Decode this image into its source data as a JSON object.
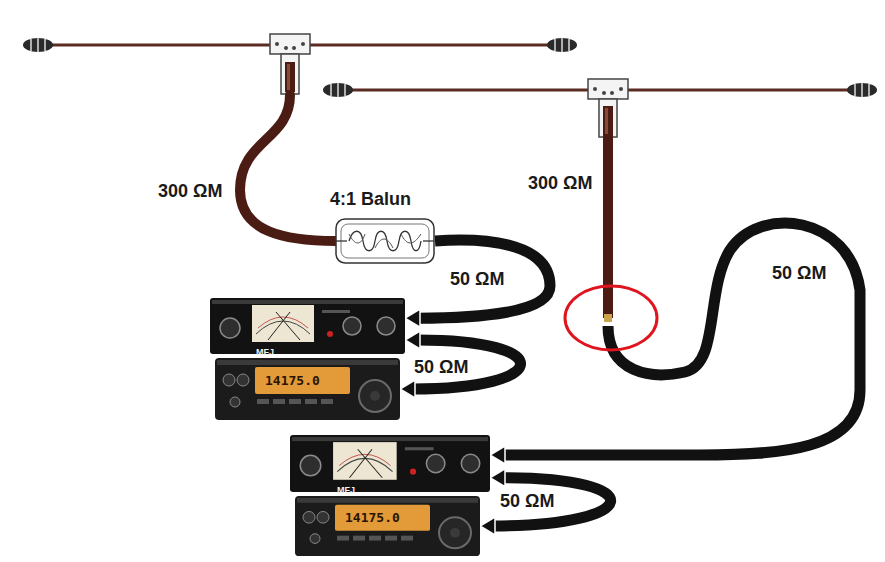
{
  "diagram": {
    "nodes": [
      {
        "text": [
          "4:1 Balun"
        ]
      },
      {
        "text": [
          "MFJ"
        ]
      },
      {
        "text": [
          "14175.0"
        ]
      },
      {
        "text": [
          "MFJ"
        ]
      },
      {
        "text": [
          "14175.0"
        ]
      }
    ],
    "edges": [
      {
        "from": 0,
        "to": 1,
        "arrow": "to",
        "label": "50 ΩM"
      },
      {
        "from": 1,
        "to": 2,
        "arrow": "both",
        "label": "50 ΩM"
      },
      {
        "from": 3,
        "to": 4,
        "arrow": "both",
        "label": "50 ΩM"
      }
    ],
    "labels": [
      "300 ΩM",
      "300 ΩM",
      "50 ΩM"
    ]
  }
}
